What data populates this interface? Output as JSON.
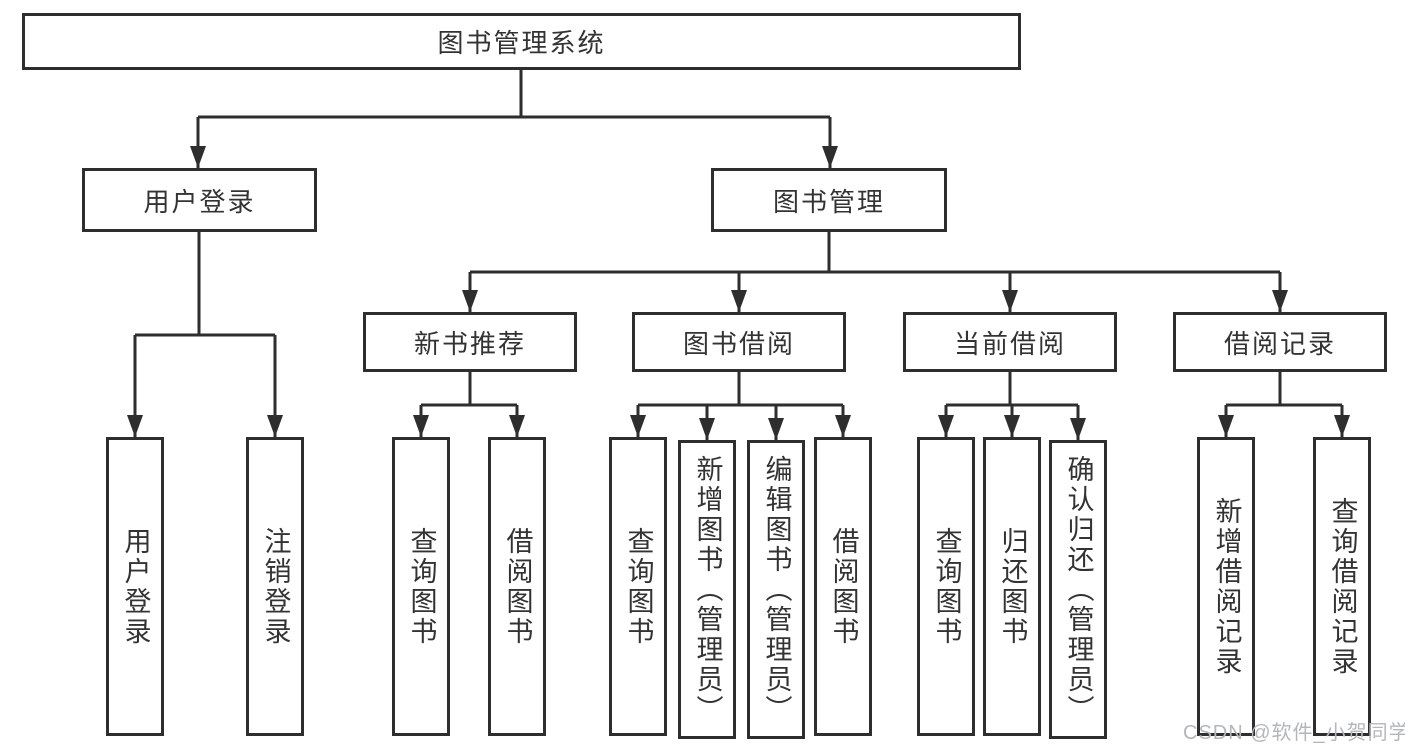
{
  "tree": {
    "root": "图书管理系统",
    "user_login": {
      "label": "用户登录",
      "children": [
        "用户登录",
        "注销登录"
      ]
    },
    "book_management": {
      "label": "图书管理",
      "sections": [
        {
          "label": "新书推荐",
          "children": [
            "查询图书",
            "借阅图书"
          ]
        },
        {
          "label": "图书借阅",
          "children": [
            "查询图书",
            "新增图书（管理员）",
            "编辑图书（管理员）",
            "借阅图书"
          ]
        },
        {
          "label": "当前借阅",
          "children": [
            "查询图书",
            "归还图书",
            "确认归还（管理员）"
          ]
        },
        {
          "label": "借阅记录",
          "children": [
            "新增借阅记录",
            "查询借阅记录"
          ]
        }
      ]
    }
  },
  "watermark": {
    "text": "CSDN @软件_小贺同学"
  },
  "colors": {
    "line": "#2e2e2e",
    "text": "#333333",
    "canvas": "#ffffff",
    "watermark": "#b3b7bd"
  }
}
